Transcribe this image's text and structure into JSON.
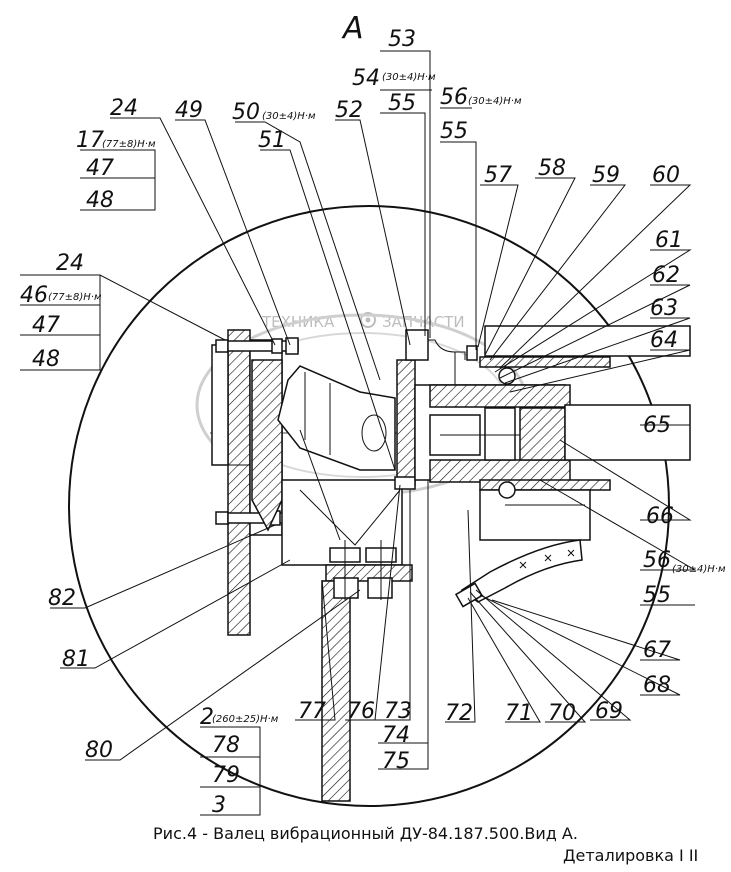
{
  "view_label": "А",
  "watermark": {
    "left": "ТЕХНИКА",
    "right": "ЗАПЧАСТИ",
    "logo": "gear-logo"
  },
  "caption": "Рис.4 - Валец вибрационный ДУ-84.187.500.Вид А.",
  "footer": "Деталировка I II",
  "labels": {
    "l53": "53",
    "l54": "54",
    "l54t": "(30±4)Н·м",
    "l55a": "55",
    "l56a": "56",
    "l56at": "(30±4)Н·м",
    "l55b": "55",
    "l24a": "24",
    "l49": "49",
    "l50": "50",
    "l50t": "(30±4)Н·м",
    "l51": "51",
    "l52": "52",
    "l17": "17",
    "l17t": "(77±8)Н·м",
    "l47a": "47",
    "l48a": "48",
    "l57": "57",
    "l58": "58",
    "l59": "59",
    "l60": "60",
    "l24b": "24",
    "l46": "46",
    "l46t": "(77±8)Н·м",
    "l47b": "47",
    "l48b": "48",
    "l61": "61",
    "l62": "62",
    "l63": "63",
    "l64": "64",
    "l65": "65",
    "l66": "66",
    "l56b": "56",
    "l56bt": "(30±4)Н·м",
    "l55c": "55",
    "l82": "82",
    "l81": "81",
    "l80": "80",
    "l67": "67",
    "l68": "68",
    "l69": "69",
    "l70": "70",
    "l71": "71",
    "l72": "72",
    "l73": "73",
    "l74": "74",
    "l75": "75",
    "l76": "76",
    "l77": "77",
    "l2": "2",
    "l2t": "(260±25)Н·м",
    "l78": "78",
    "l79": "79",
    "l3": "3"
  }
}
